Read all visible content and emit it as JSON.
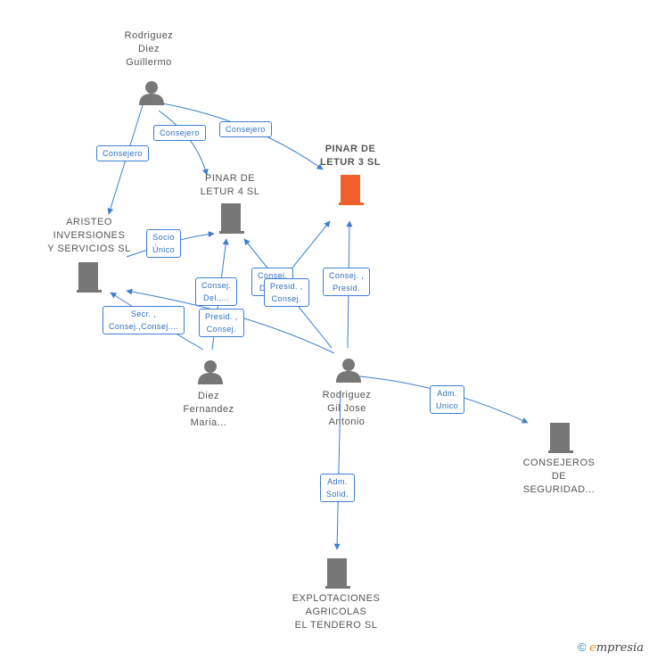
{
  "nodes": {
    "rodriguez_diez": [
      "Rodriguez",
      "Diez",
      "Guillermo"
    ],
    "pinar_letur_4": [
      "PINAR DE",
      "LETUR 4 SL"
    ],
    "pinar_letur_3": [
      "PINAR DE",
      "LETUR 3 SL"
    ],
    "aristeo": [
      "ARISTEO",
      "INVERSIONES",
      "Y SERVICIOS SL"
    ],
    "diez_fernandez": [
      "Diez",
      "Fernandez",
      "Maria..."
    ],
    "rodriguez_gil": [
      "Rodriguez",
      "Gil Jose",
      "Antonio"
    ],
    "consejeros": [
      "CONSEJEROS",
      "DE",
      "SEGURIDAD..."
    ],
    "explotaciones": [
      "EXPLOTACIONES",
      "AGRICOLAS",
      "EL TENDERO SL"
    ]
  },
  "edges": {
    "e1": [
      "Consejero"
    ],
    "e2": [
      "Consejero"
    ],
    "e3": [
      "Consejero"
    ],
    "e4": [
      "Socio",
      "Único"
    ],
    "e5": [
      "Consej.",
      "Del.,..."
    ],
    "e6": [
      "Consej.",
      "Del.,..."
    ],
    "e7": [
      "Presid. ,",
      "Consej."
    ],
    "e8": [
      "Consej. ,",
      "Presid."
    ],
    "e9": [
      "Secr. ,",
      "Consej.,Consej...."
    ],
    "e10": [
      "Presid. ,",
      "Consej."
    ],
    "e11": [
      "Adm.",
      "Unico"
    ],
    "e12": [
      "Adm.",
      "Solid."
    ]
  },
  "footer": {
    "copyright": "©",
    "brand_first": "e",
    "brand_rest": "mpresia"
  },
  "colors": {
    "edge": "#3d7fcf",
    "node": "#777777",
    "focus": "#f0602a"
  }
}
